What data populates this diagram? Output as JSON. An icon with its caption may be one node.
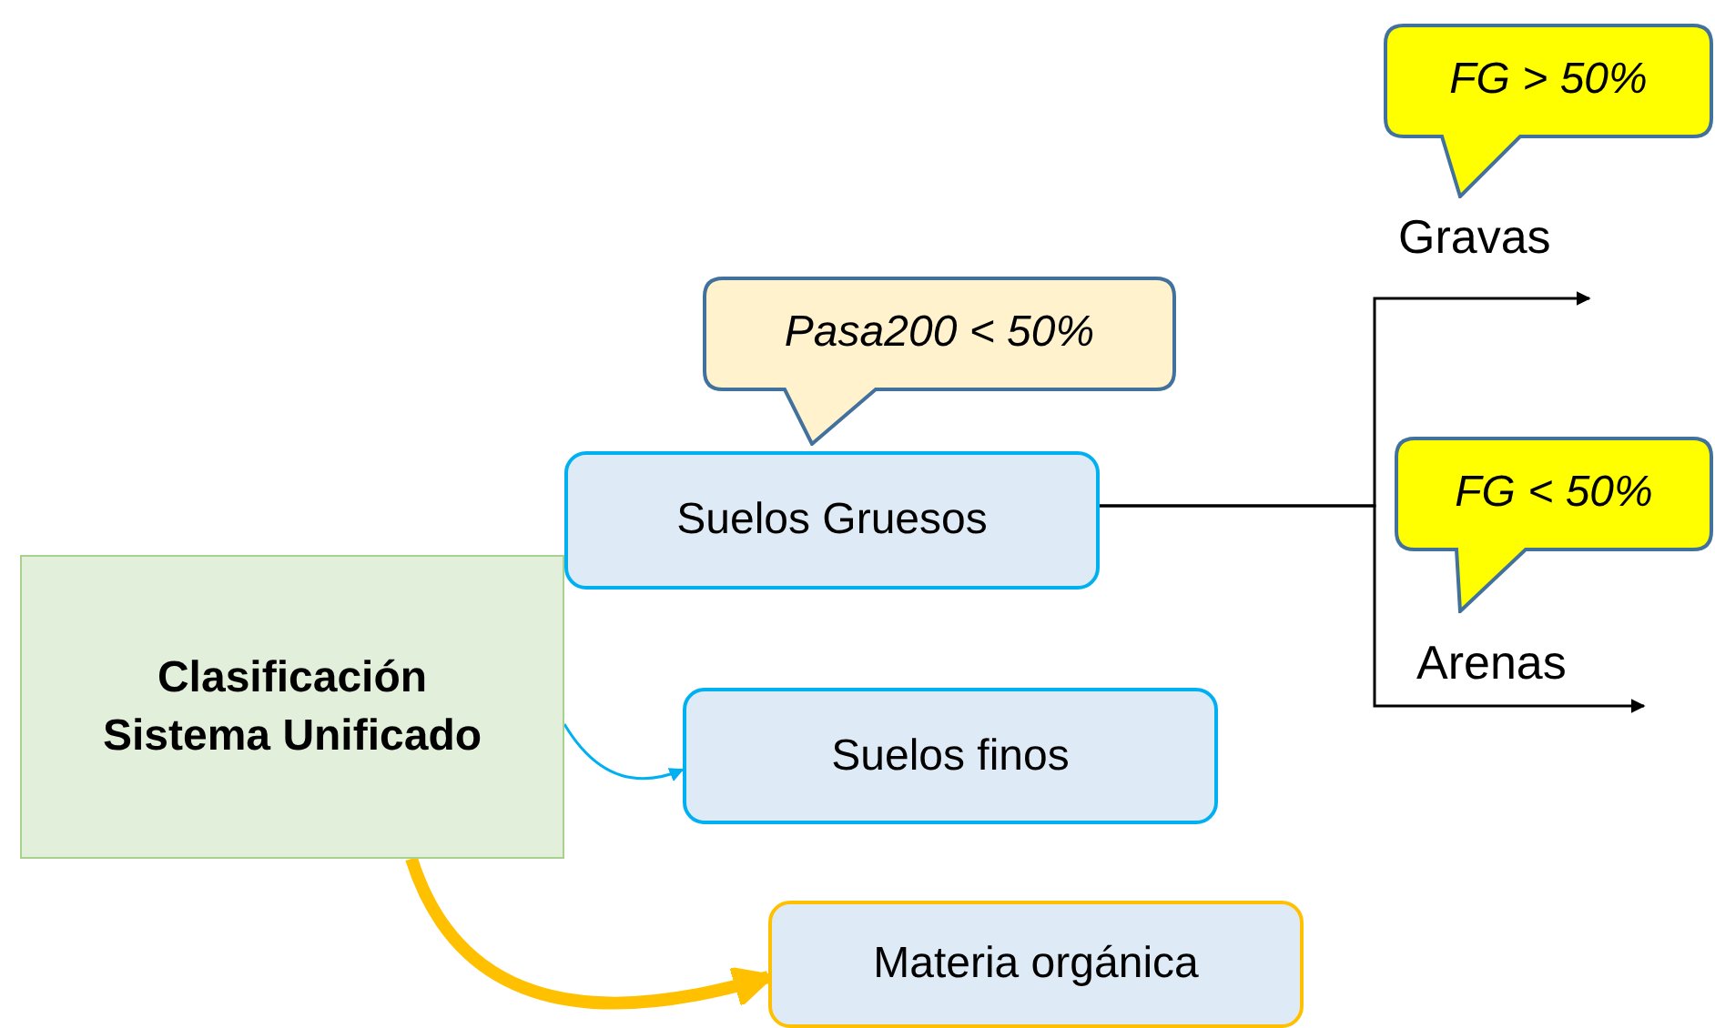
{
  "diagram": {
    "nodes": [
      {
        "text": [
          "Clasificación Sistema Unificado"
        ]
      },
      {
        "text": [
          "Suelos Gruesos"
        ]
      },
      {
        "text": [
          "Suelos finos"
        ]
      },
      {
        "text": [
          "Materia orgánica"
        ]
      },
      {
        "text": [
          "Pasa200 < 50%"
        ]
      },
      {
        "text": [
          "FG > 50%"
        ]
      },
      {
        "text": [
          "FG < 50%"
        ]
      }
    ],
    "edges": [
      {
        "from": 1,
        "to": null,
        "arrow": "to",
        "label": "Gravas"
      },
      {
        "from": 1,
        "to": null,
        "arrow": "to",
        "label": "Arenas"
      },
      {
        "from": 0,
        "to": 2,
        "arrow": "to",
        "color": "#00b0f0"
      },
      {
        "from": 0,
        "to": 3,
        "arrow": "to",
        "style": "thick",
        "color": "#ffc000"
      }
    ]
  }
}
